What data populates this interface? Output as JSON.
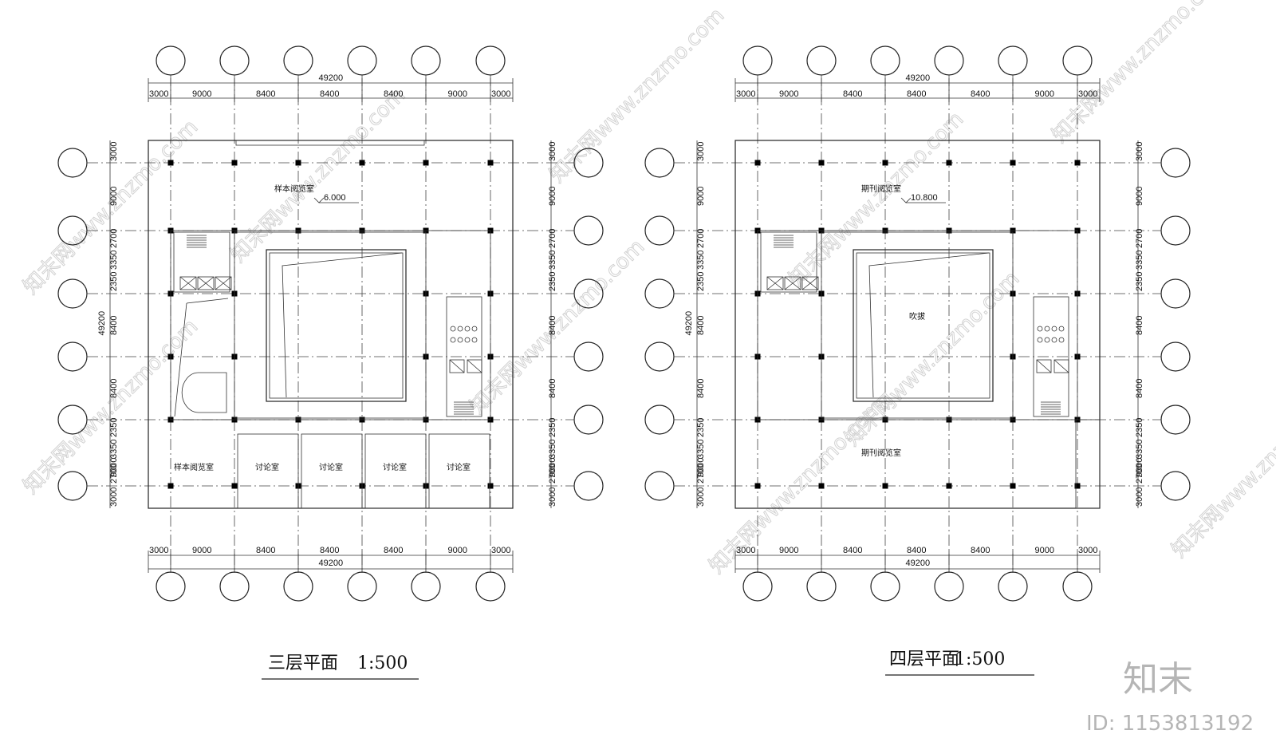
{
  "plans": [
    {
      "title": "三层平面",
      "scale": "1:500",
      "total_dim": "49200",
      "x_dims": [
        "3000",
        "9000",
        "8400",
        "8400",
        "8400",
        "9000",
        "3000"
      ],
      "y_dims": [
        "3000",
        "9000",
        "2700",
        "3350",
        "2350",
        "8400",
        "8400",
        "2350",
        "3350",
        "2700",
        "9000",
        "3000"
      ],
      "y_total": "49200",
      "rooms": {
        "top": "样本阅览室",
        "bottom_left": "样本阅览室",
        "discussion": [
          "讨论室",
          "讨论室",
          "讨论室",
          "讨论室"
        ]
      },
      "elevation": "6.000"
    },
    {
      "title": "四层平面",
      "scale": "1:500",
      "total_dim": "49200",
      "x_dims": [
        "3000",
        "9000",
        "8400",
        "8400",
        "8400",
        "9000",
        "3000"
      ],
      "y_dims": [
        "3000",
        "9000",
        "2700",
        "3350",
        "2350",
        "8400",
        "8400",
        "2350",
        "3350",
        "2700",
        "9000",
        "3000"
      ],
      "y_total": "49200",
      "rooms": {
        "top": "期刊阅览室",
        "center": "吹拔",
        "bottom": "期刊阅览室"
      },
      "elevation": "10.800"
    }
  ],
  "brand": {
    "logo_text": "知末",
    "id_label": "ID: 1153813192",
    "watermark": "知末网www.znzmo.com"
  }
}
